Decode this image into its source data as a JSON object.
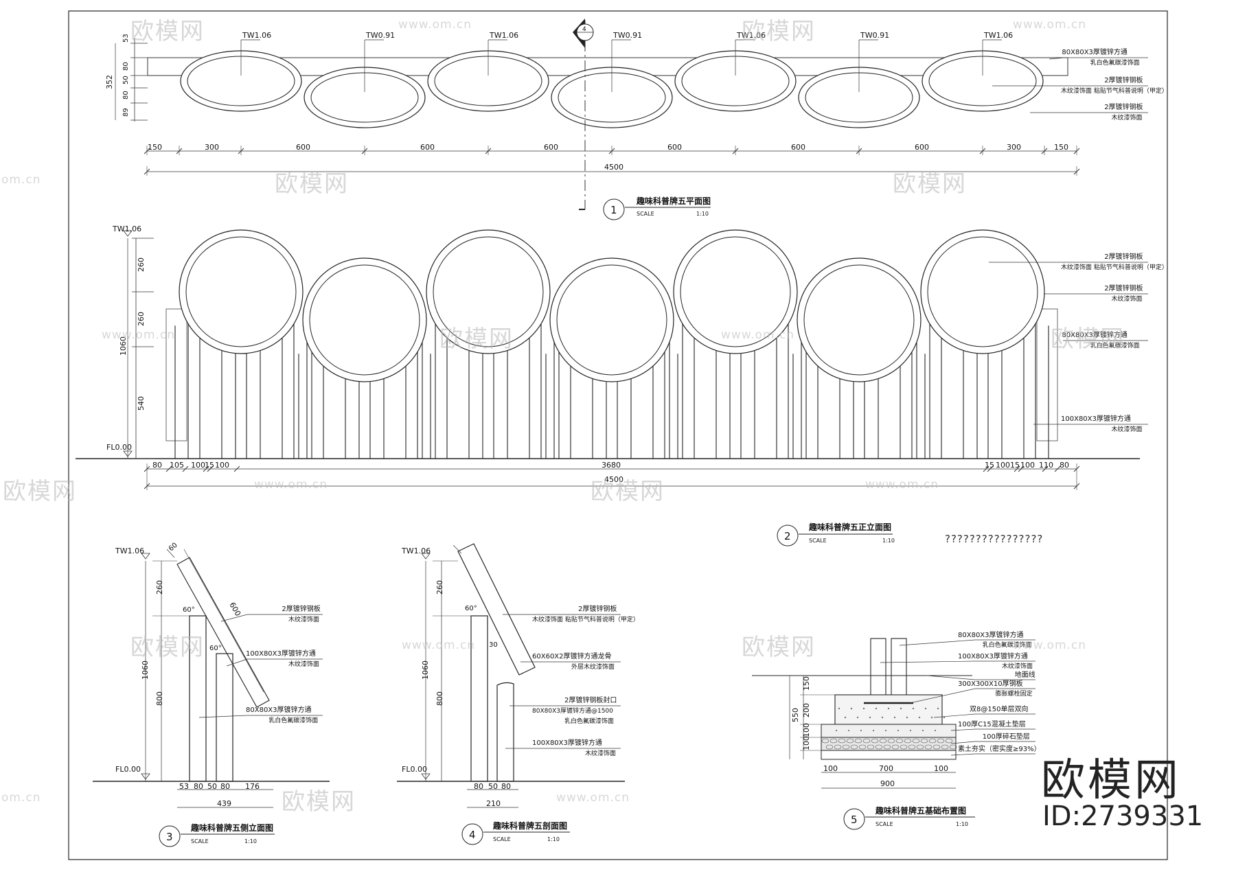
{
  "plan": {
    "labels": [
      "TW1.06",
      "TW0.91",
      "TW1.06",
      "TW0.91",
      "TW1.06",
      "TW0.91",
      "TW1.06"
    ],
    "left_dims": [
      "53",
      "80",
      "50",
      "80",
      "89"
    ],
    "left_total": "352",
    "bottom_dims": [
      "150",
      "300",
      "600",
      "600",
      "600",
      "600",
      "600",
      "600",
      "300",
      "150"
    ],
    "total": "4500",
    "section_marker": "4",
    "notes": [
      [
        "80X80X3厚镀锌方通",
        "乳白色氟碳漆饰面"
      ],
      [
        "2厚镀锌钢板",
        "木纹漆饰面  粘贴节气科普说明（甲定）"
      ],
      [
        "2厚镀锌钢板",
        "木纹漆饰面"
      ]
    ]
  },
  "title1": {
    "num": "1",
    "name": "趣味科普牌五平面图",
    "scale_label": "SCALE",
    "scale": "1:10"
  },
  "elev": {
    "top_label": "TW1.06",
    "left_dims": [
      "260",
      "260",
      "540"
    ],
    "left_total": "1060",
    "floor": "FL0.00",
    "bottom_left": [
      "80",
      "105",
      "100",
      "15",
      "100"
    ],
    "bottom_mid": "3680",
    "bottom_right": [
      "15",
      "100",
      "15",
      "100",
      "110",
      "80"
    ],
    "total": "4500",
    "notes": [
      [
        "2厚镀锌钢板",
        "木纹漆饰面  粘贴节气科普说明（甲定）"
      ],
      [
        "2厚镀锌钢板",
        "木纹漆饰面"
      ],
      [
        "80X80X3厚镀锌方通",
        "乳白色氟碳漆饰面"
      ],
      [
        "100X80X3厚镀锌方通",
        "木纹漆饰面"
      ]
    ]
  },
  "title2": {
    "num": "2",
    "name": "趣味科普牌五正立面图",
    "scale_label": "SCALE",
    "scale": "1:10"
  },
  "question_marks": "????????????????",
  "side": {
    "top_label": "TW1.06",
    "floor": "FL0.00",
    "angle_a": "60",
    "angle_b": "60°",
    "angle_c": "60°",
    "panel_len": "600",
    "left_dims": [
      "260",
      "800"
    ],
    "left_total": "1060",
    "bottom_dims": [
      "53",
      "80",
      "50",
      "80",
      "176"
    ],
    "total": "439",
    "notes": [
      [
        "2厚镀锌钢板",
        "木纹漆饰面"
      ],
      [
        "100X80X3厚镀锌方通",
        "木纹漆饰面"
      ],
      [
        "80X80X3厚镀锌方通",
        "乳白色氟碳漆饰面"
      ]
    ]
  },
  "title3": {
    "num": "3",
    "name": "趣味科普牌五侧立面图",
    "scale_label": "SCALE",
    "scale": "1:10"
  },
  "sect": {
    "top_label": "TW1.06",
    "floor": "FL0.00",
    "angle_a": "60°",
    "angle_b": "30",
    "left_dims": [
      "260",
      "800"
    ],
    "left_total": "1060",
    "bottom_dims": [
      "80",
      "50",
      "80"
    ],
    "total": "210",
    "notes": [
      [
        "2厚镀锌钢板",
        "木纹漆饰面  粘贴节气科普说明（甲定）"
      ],
      [
        "60X60X2厚镀锌方通龙骨",
        "外层木纹漆饰面"
      ],
      [
        "2厚镀锌钢板封口",
        "80X80X3厚镀锌方通@1500",
        "乳白色氟碳漆饰面"
      ],
      [
        "100X80X3厚镀锌方通",
        "木纹漆饰面"
      ]
    ]
  },
  "title4": {
    "num": "4",
    "name": "趣味科普牌五剖面图",
    "scale_label": "SCALE",
    "scale": "1:10"
  },
  "found": {
    "left_dims": [
      "150",
      "200",
      "100",
      "100"
    ],
    "left_total": "550",
    "bottom_dims": [
      "100",
      "700",
      "100"
    ],
    "total": "900",
    "notes": [
      [
        "80X80X3厚镀锌方通",
        "乳白色氟碳漆饰面"
      ],
      [
        "100X80X3厚镀锌方通",
        "木纹漆饰面"
      ],
      [
        "地面线"
      ],
      [
        "300X300X10厚钢板",
        "膨胀螺栓固定"
      ],
      [
        "双8@150单层双向"
      ],
      [
        "100厚C15混凝土垫层"
      ],
      [
        "100厚碎石垫层"
      ],
      [
        "素土夯实（密实度≥93%）"
      ]
    ]
  },
  "title5": {
    "num": "5",
    "name": "趣味科普牌五基础布置图",
    "scale_label": "SCALE",
    "scale": "1:10"
  },
  "watermark": {
    "text": "欧模网",
    "url": "www.om.cn",
    "url_short": "om.cn"
  },
  "brand": {
    "name": "欧模网",
    "id": "ID:2739331"
  }
}
